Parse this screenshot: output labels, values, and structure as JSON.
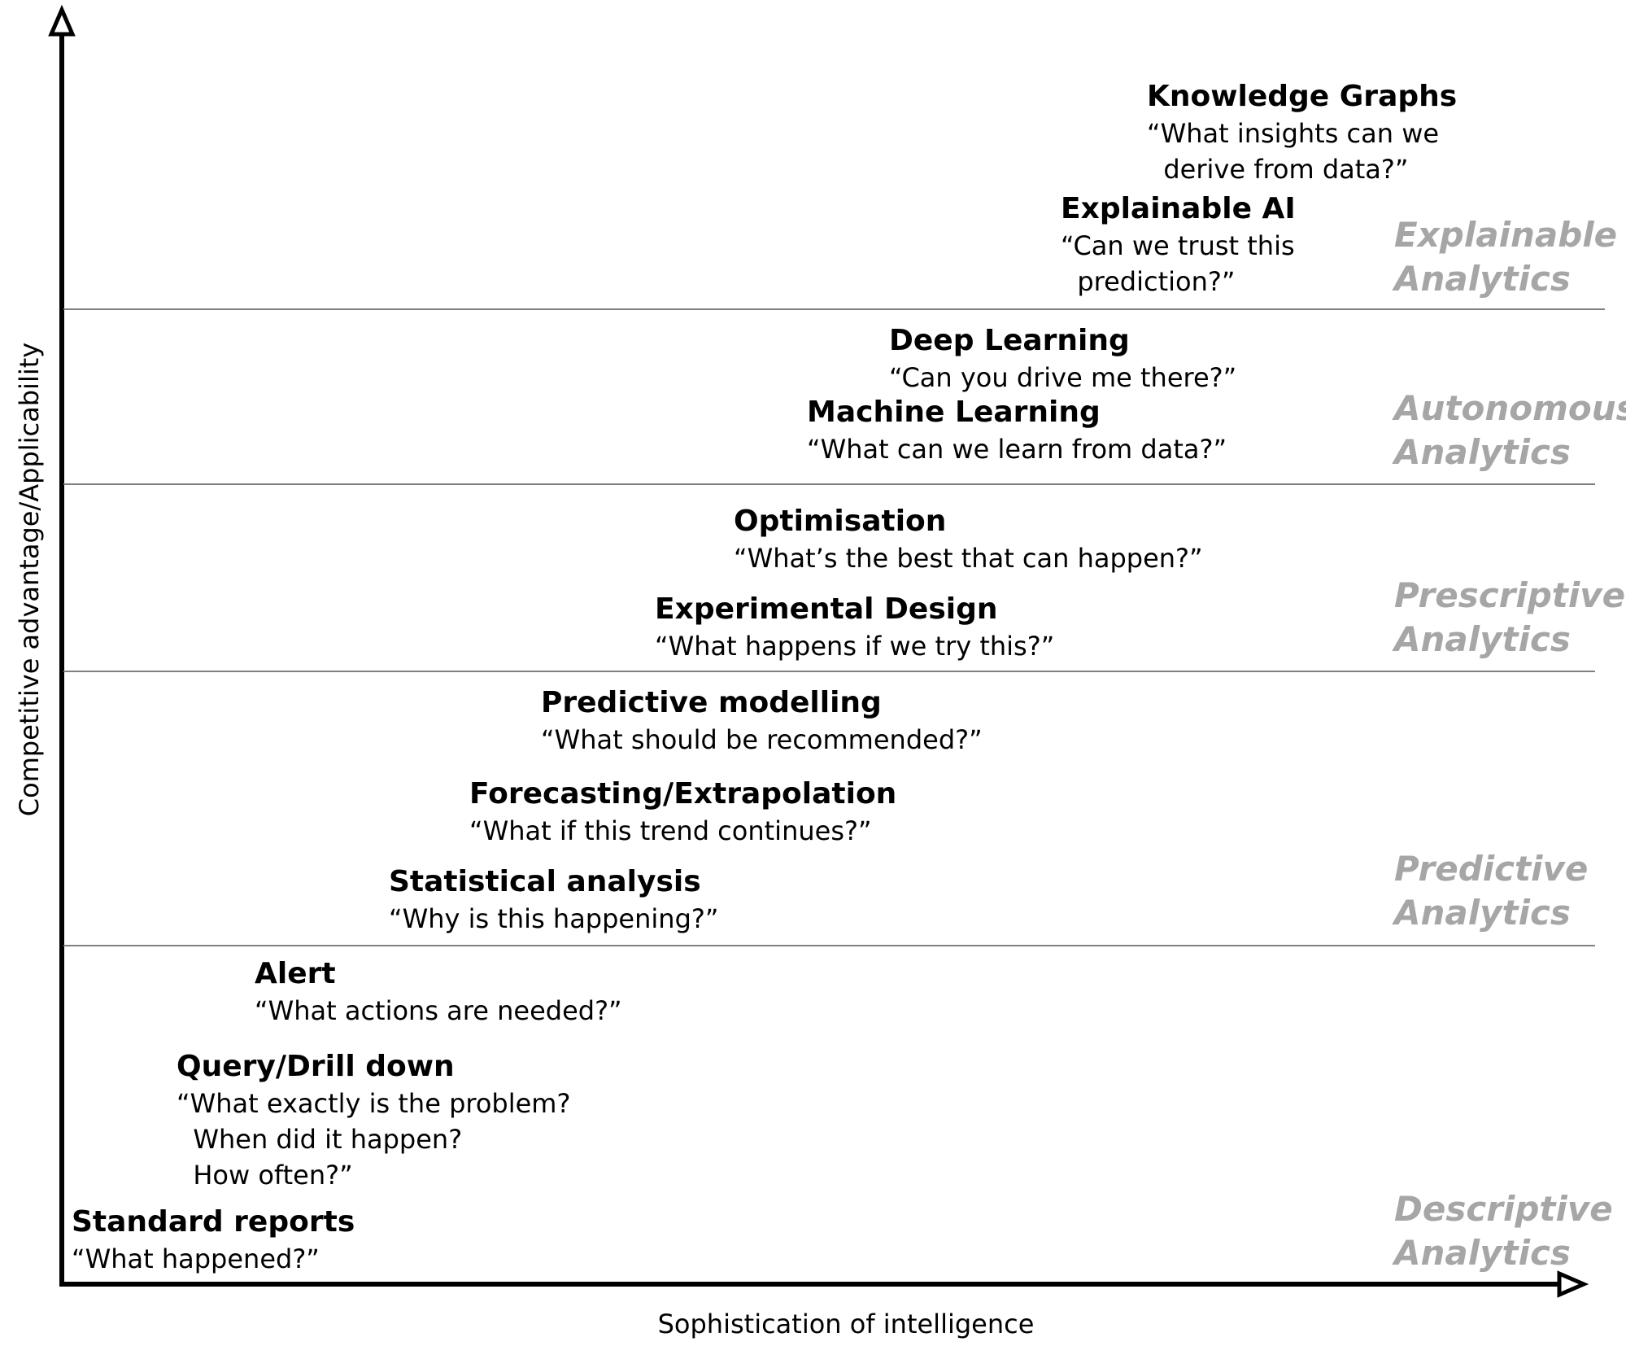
{
  "axes": {
    "x_label": "Sophistication of intelligence",
    "y_label": "Competitive advantage/Applicability"
  },
  "bands": [
    {
      "line1": "Descriptive",
      "line2": "Analytics"
    },
    {
      "line1": "Predictive",
      "line2": "Analytics"
    },
    {
      "line1": "Prescriptive",
      "line2": "Analytics"
    },
    {
      "line1": "Autonomous",
      "line2": "Analytics"
    },
    {
      "line1": "Explainable",
      "line2": "Analytics"
    }
  ],
  "items": [
    {
      "title": "Standard reports",
      "quote": "“What happened?”"
    },
    {
      "title": "Query/Drill down",
      "quote": "“What exactly is the problem?\n  When did it happen?\n  How often?”"
    },
    {
      "title": "Alert",
      "quote": "“What actions are needed?”"
    },
    {
      "title": "Statistical analysis",
      "quote": "“Why is this happening?”"
    },
    {
      "title": "Forecasting/Extrapolation",
      "quote": "“What if this trend continues?”"
    },
    {
      "title": "Predictive modelling",
      "quote": "“What should be recommended?”"
    },
    {
      "title": "Experimental Design",
      "quote": "“What happens if we try this?”"
    },
    {
      "title": "Optimisation",
      "quote": "“What’s the best that can happen?”"
    },
    {
      "title": "Machine Learning",
      "quote": "“What can we learn from data?”"
    },
    {
      "title": "Deep Learning",
      "quote": "“Can you drive me there?”"
    },
    {
      "title": "Explainable AI",
      "quote": "“Can we trust this\n  prediction?”"
    },
    {
      "title": "Knowledge Graphs",
      "quote": "“What insights can we\n  derive from data?”"
    }
  ]
}
